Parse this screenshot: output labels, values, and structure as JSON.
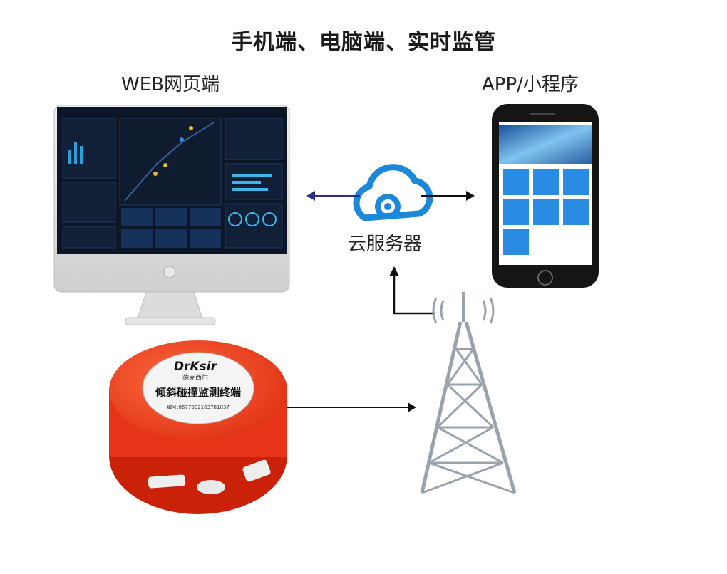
{
  "title": "手机端、电脑端、实时监管",
  "web_label": "WEB网页端",
  "app_label": "APP/小程序",
  "cloud_label": "云服务器",
  "device": {
    "brand": "DrKsir",
    "brand_cn": "德克西尔",
    "name": "倾斜碰撞监测终端",
    "serial": "编号:86779021637810​37"
  },
  "colors": {
    "cloud": "#1e88d8",
    "device_body": "#ee3a1a",
    "arrow_left": "#2b2f8a",
    "arrow": "#111111",
    "app_tile": "#2a8be3"
  }
}
